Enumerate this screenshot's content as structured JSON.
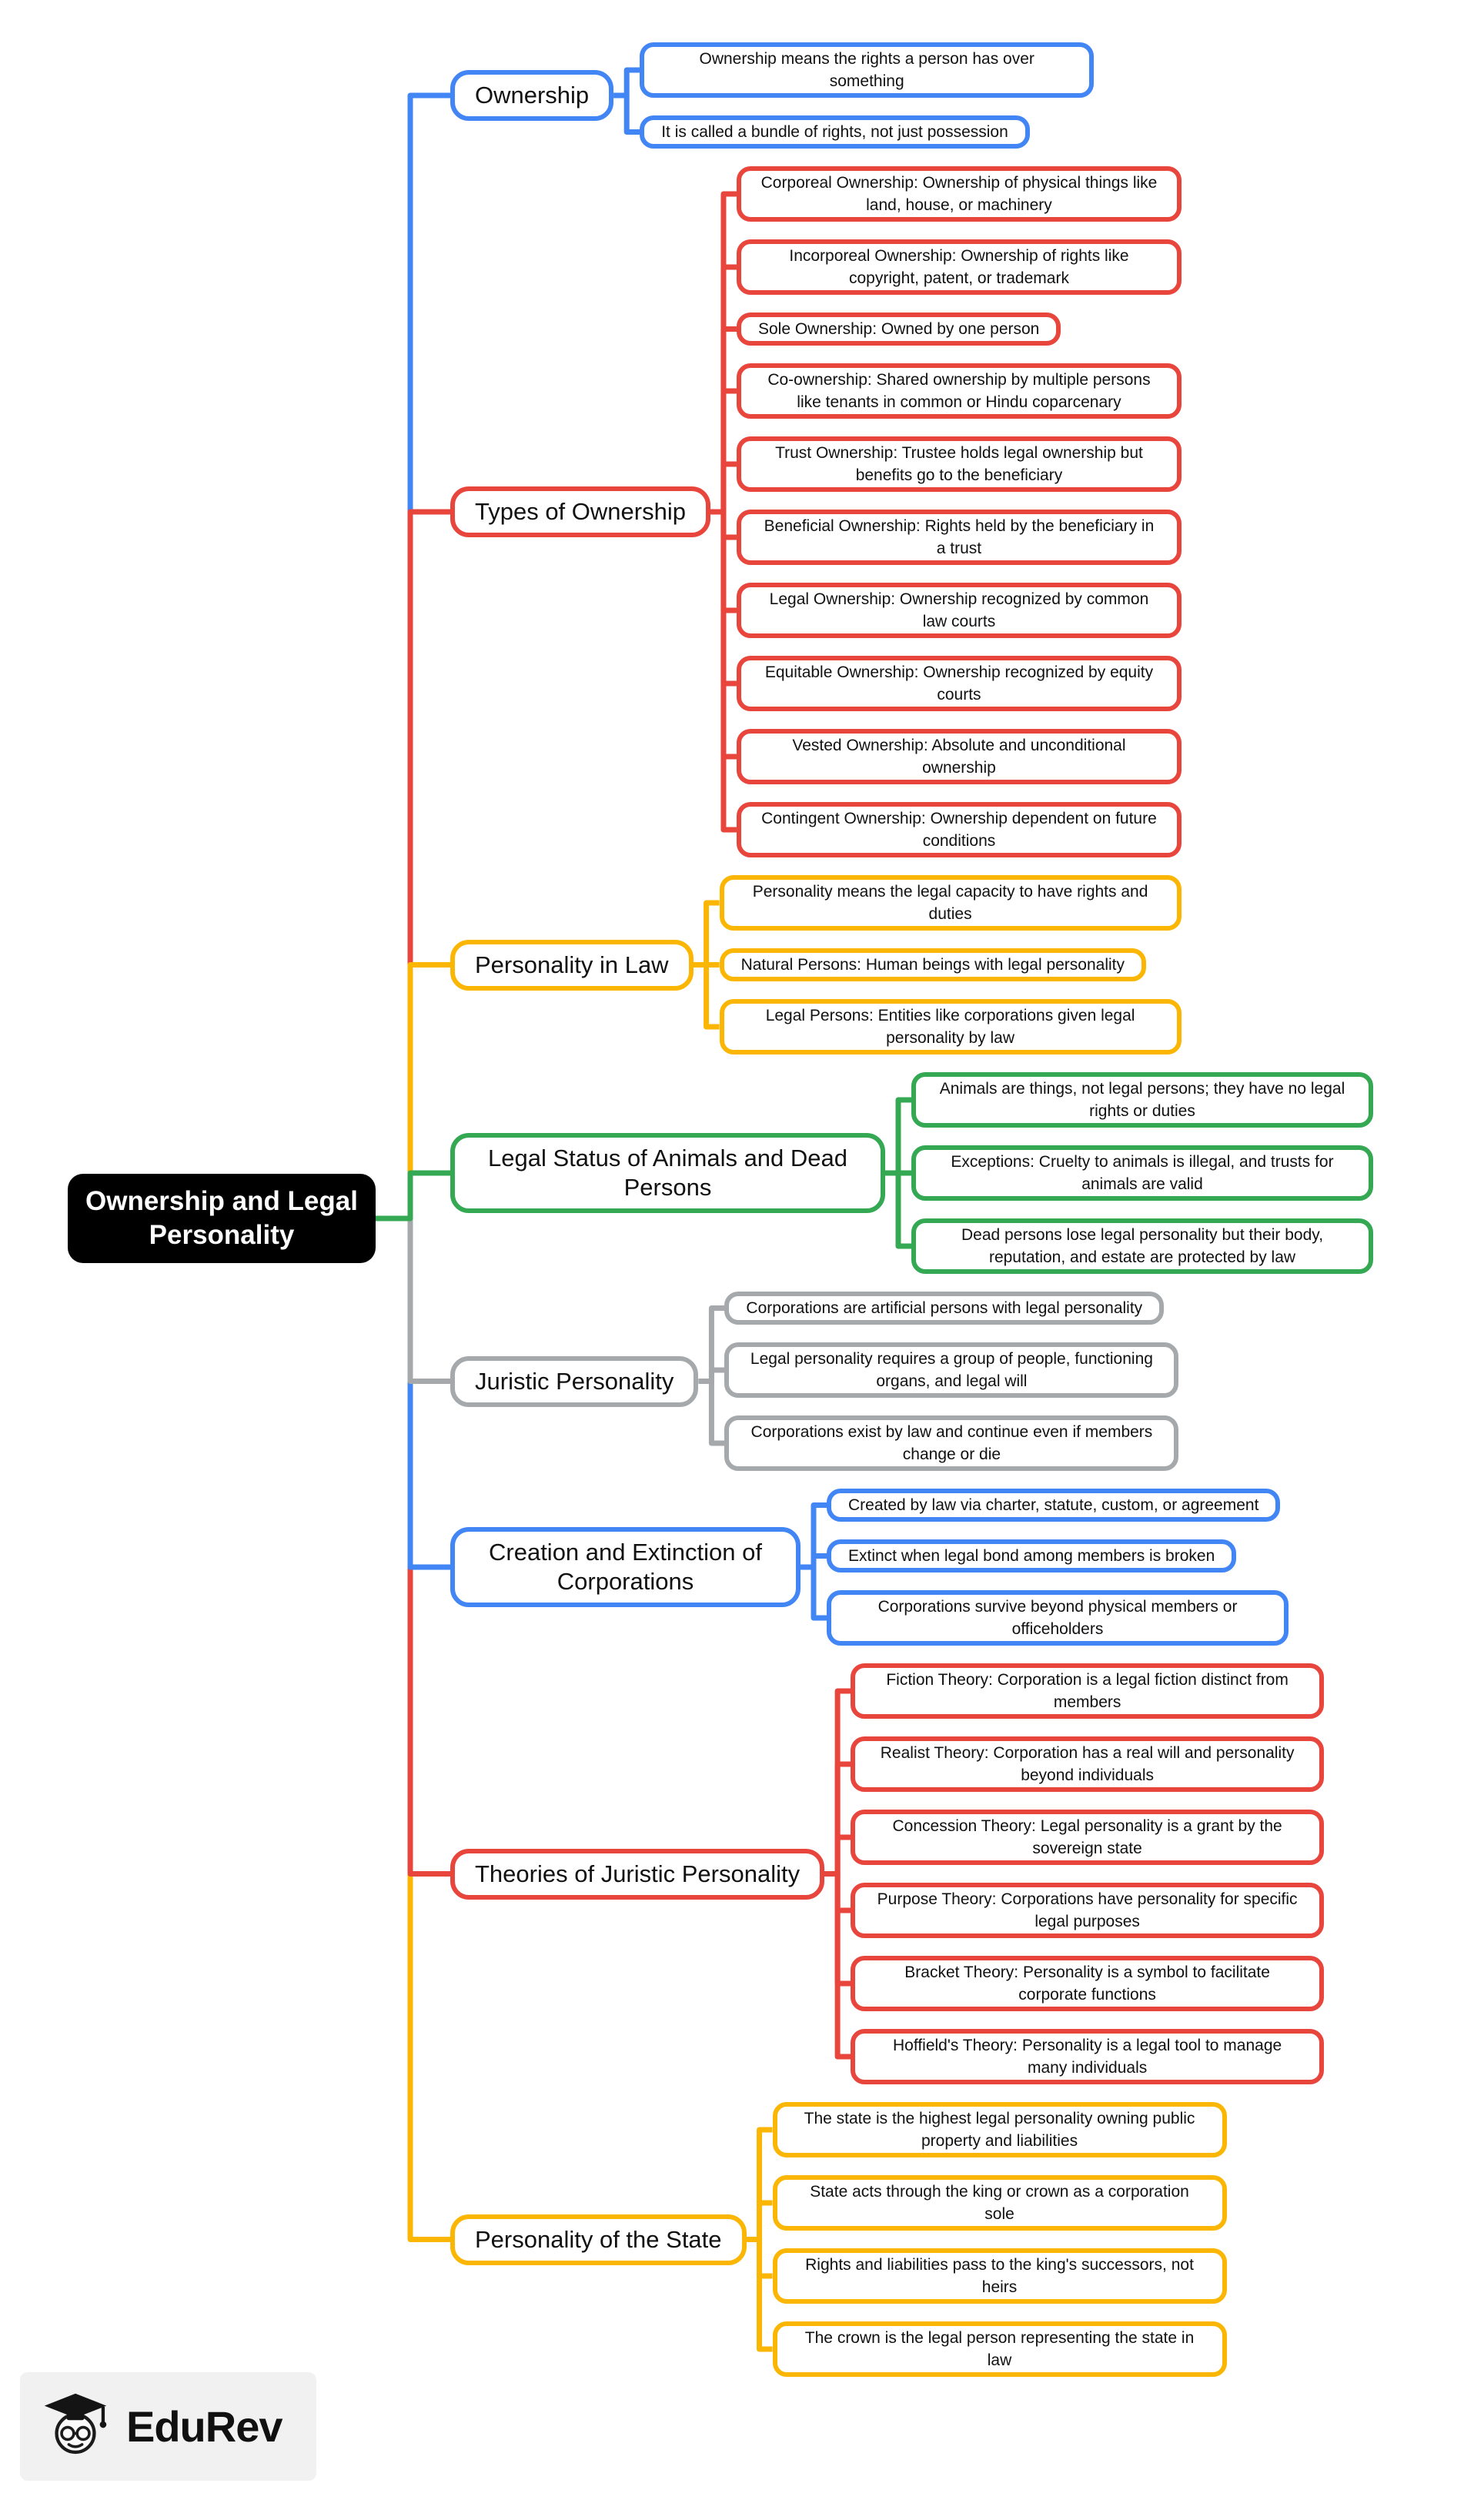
{
  "root": {
    "label": "Ownership and Legal Personality"
  },
  "branches": [
    {
      "label": "Ownership",
      "color": "#4285f4",
      "leaves": [
        "Ownership means the rights a person has over something",
        "It is called a bundle of rights, not just possession"
      ]
    },
    {
      "label": "Types of Ownership",
      "color": "#e8463c",
      "leaves": [
        "Corporeal Ownership: Ownership of physical things like land, house, or machinery",
        "Incorporeal Ownership: Ownership of rights like copyright, patent, or trademark",
        "Sole Ownership: Owned by one person",
        "Co-ownership: Shared ownership by multiple persons like tenants in common or Hindu coparcenary",
        "Trust Ownership: Trustee holds legal ownership but benefits go to the beneficiary",
        "Beneficial Ownership: Rights held by the beneficiary in a trust",
        "Legal Ownership: Ownership recognized by common law courts",
        "Equitable Ownership: Ownership recognized by equity courts",
        "Vested Ownership: Absolute and unconditional ownership",
        "Contingent Ownership: Ownership dependent on future conditions"
      ]
    },
    {
      "label": "Personality in Law",
      "color": "#fbb604",
      "leaves": [
        "Personality means the legal capacity to have rights and duties",
        "Natural Persons: Human beings with legal personality",
        "Legal Persons: Entities like corporations given legal personality by law"
      ]
    },
    {
      "label": "Legal Status of Animals and Dead Persons",
      "color": "#34a853",
      "leaves": [
        "Animals are things, not legal persons; they have no legal rights or duties",
        "Exceptions: Cruelty to animals is illegal, and trusts for animals are valid",
        "Dead persons lose legal personality but their body, reputation, and estate are protected by law"
      ]
    },
    {
      "label": "Juristic Personality",
      "color": "#a6a9ac",
      "leaves": [
        "Corporations are artificial persons with legal personality",
        "Legal personality requires a group of people, functioning organs, and legal will",
        "Corporations exist by law and continue even if members change or die"
      ]
    },
    {
      "label": "Creation and Extinction of Corporations",
      "color": "#4285f4",
      "leaves": [
        "Created by law via charter, statute, custom, or agreement",
        "Extinct when legal bond among members is broken",
        "Corporations survive beyond physical members or officeholders"
      ]
    },
    {
      "label": "Theories of Juristic Personality",
      "color": "#e8463c",
      "leaves": [
        "Fiction Theory: Corporation is a legal fiction distinct from members",
        "Realist Theory: Corporation has a real will and personality beyond individuals",
        "Concession Theory: Legal personality is a grant by the sovereign state",
        "Purpose Theory: Corporations have personality for specific legal purposes",
        "Bracket Theory: Personality is a symbol to facilitate corporate functions",
        "Hoffield's Theory: Personality is a legal tool to manage many individuals"
      ]
    },
    {
      "label": "Personality of the State",
      "color": "#fbb604",
      "leaves": [
        "The state is the highest legal personality owning public property and liabilities",
        "State acts through the king or crown as a corporation sole",
        "Rights and liabilities pass to the king's successors, not heirs",
        "The crown is the legal person representing the state in law"
      ]
    }
  ],
  "logo": {
    "text": "EduRev",
    "icon": "graduation-cap-icon"
  },
  "canvas": {
    "background": "#ffffff",
    "root_bg": "#000000",
    "root_text": "#ffffff"
  }
}
